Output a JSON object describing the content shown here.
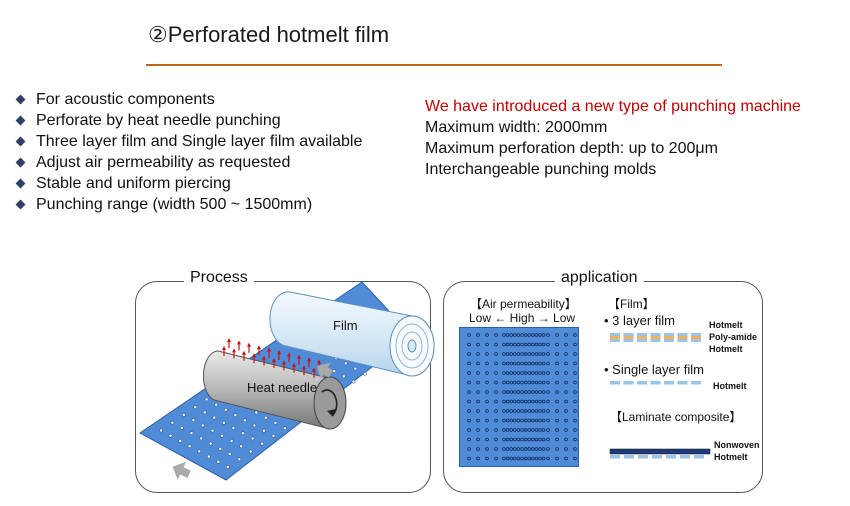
{
  "title": "②Perforated hotmelt film",
  "features": [
    "For acoustic components",
    "Perforate by heat needle punching",
    "Three layer film and Single layer film available",
    "Adjust air permeability as requested",
    "Stable and uniform piercing",
    "Punching range (width 500 ~ 1500mm)"
  ],
  "machine": {
    "headline": "We have introduced a new type of punching machine",
    "lines": [
      "Maximum width: 2000mm",
      "Maximum perforation depth: up to 200μm",
      "Interchangeable punching molds"
    ]
  },
  "process": {
    "label": "Process",
    "film_label": "Film",
    "needle_label": "Heat needle"
  },
  "application": {
    "label": "application",
    "air_title": "【Air permeability】",
    "air_scale": "Low ← High → Low",
    "film_title": "【Film】",
    "three_layer": "•  3 layer film",
    "three_layer_labels": [
      "Hotmelt",
      "Poly-amide",
      "Hotmelt"
    ],
    "single_layer": "•  Single layer film",
    "single_layer_label": "Hotmelt",
    "laminate_title": "【Laminate composite】",
    "laminate_labels": [
      "Nonwoven",
      "Hotmelt"
    ]
  },
  "colors": {
    "accent_rule": "#c0651a",
    "headline_red": "#c00000",
    "film_blue": "#4f8bd6",
    "layer_orange": "#f0b060",
    "layer_blue": "#9cc3ea",
    "nonwoven_navy": "#1f3a7a"
  }
}
